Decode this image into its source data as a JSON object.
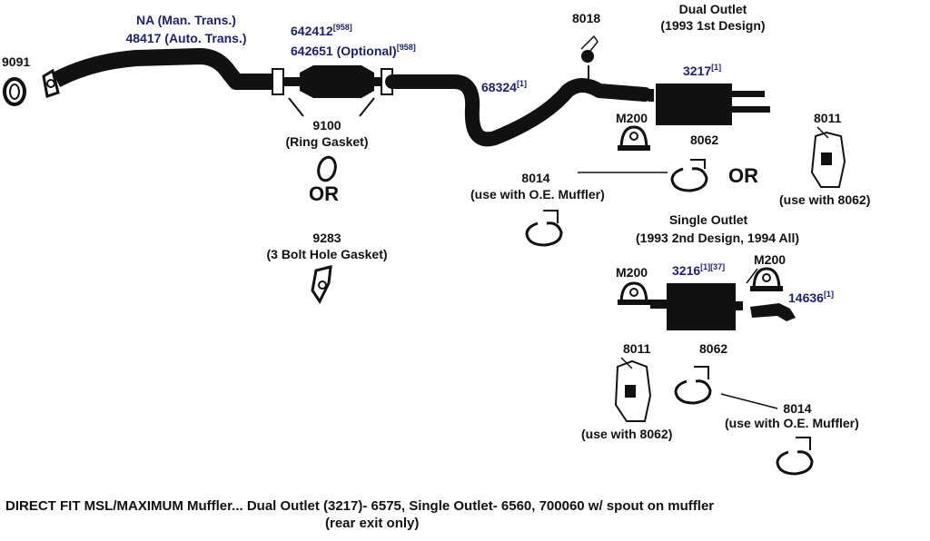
{
  "parts": {
    "p9091": "9091",
    "na_manual": "NA (Man. Trans.)",
    "p48417": "48417 (Auto. Trans.)",
    "p642412": "642412",
    "p642412_ref": "[958]",
    "p642651": "642651 (Optional)",
    "p642651_ref": "[958]",
    "p9100": "9100",
    "ring_gasket": "(Ring Gasket)",
    "or": "OR",
    "p9283": "9283",
    "bolt_gasket": "(3 Bolt Hole Gasket)",
    "p68324": "68324",
    "p68324_ref": "[1]",
    "p8018": "8018",
    "dual_outlet": "Dual Outlet",
    "dual_design": "(1993 1st Design)",
    "p3217": "3217",
    "p3217_ref": "[1]",
    "m200": "M200",
    "p8062": "8062",
    "p8011": "8011",
    "use_with_8062": "(use with 8062)",
    "p8014": "8014",
    "use_with_oe": "(use with O.E. Muffler)",
    "single_outlet": "Single Outlet",
    "single_design": "(1993 2nd Design, 1994 All)",
    "p3216": "3216",
    "p3216_ref1": "[1]",
    "p3216_ref2": "[37]",
    "p14636": "14636",
    "p14636_ref": "[1]"
  },
  "caption": {
    "line1": "DIRECT FIT MSL/MAXIMUM Muffler... Dual Outlet (3217)- 6575, Single Outlet- 6560, 700060 w/ spout on muffler",
    "line2": "(rear exit only)"
  }
}
